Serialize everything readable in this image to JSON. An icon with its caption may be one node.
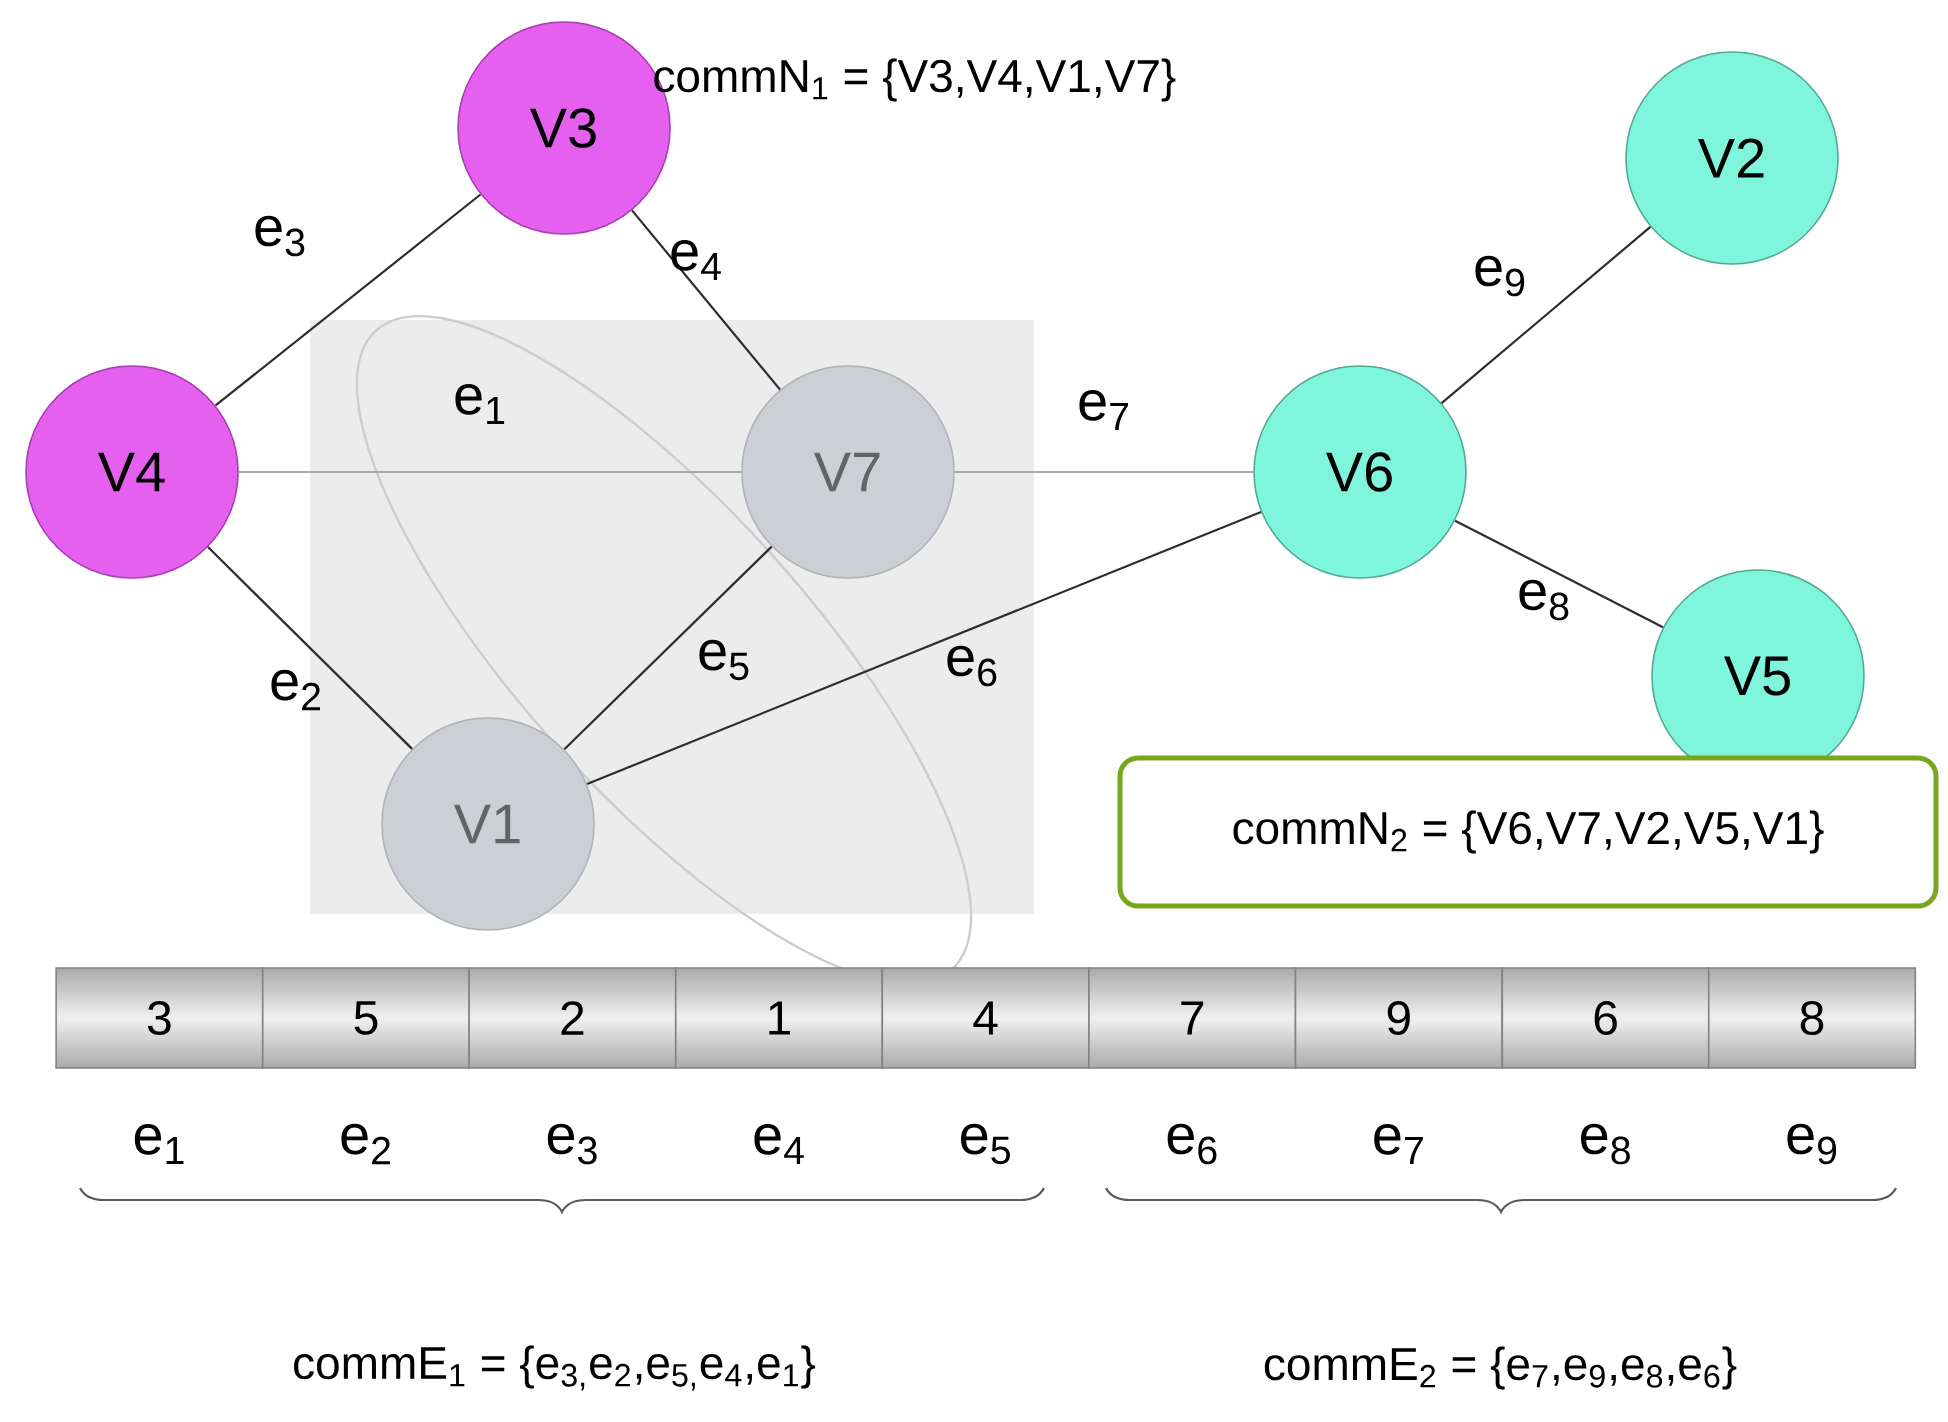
{
  "diagram": {
    "nodes": [
      {
        "text": [
          "V3"
        ]
      },
      {
        "text": [
          "V4"
        ]
      },
      {
        "text": [
          "V7"
        ]
      },
      {
        "text": [
          "V1"
        ]
      },
      {
        "text": [
          "V6"
        ]
      },
      {
        "text": [
          "V2"
        ]
      },
      {
        "text": [
          "V5"
        ]
      },
      {
        "text": [
          "commN$_{2}$ = {V6,V7,V2,V5,V1}"
        ]
      }
    ],
    "edges": [
      {
        "from": 1,
        "to": 2,
        "arrow": "none",
        "label": "e$_{1}$",
        "color": "#a8a8a8"
      },
      {
        "from": 1,
        "to": 3,
        "arrow": "none",
        "label": "e$_{2}$"
      },
      {
        "from": 1,
        "to": 0,
        "arrow": "none",
        "label": "e$_{3}$"
      },
      {
        "from": 0,
        "to": 2,
        "arrow": "none",
        "label": "e$_{4}$"
      },
      {
        "from": 2,
        "to": 3,
        "arrow": "none",
        "label": "e$_{5}$"
      },
      {
        "from": 3,
        "to": 4,
        "arrow": "none",
        "label": "e$_{6}$"
      },
      {
        "from": 2,
        "to": 4,
        "arrow": "none",
        "label": "e$_{7}$",
        "color": "#a8a8a8"
      },
      {
        "from": 4,
        "to": 6,
        "arrow": "none",
        "label": "e$_{8}$"
      },
      {
        "from": 4,
        "to": 5,
        "arrow": "none",
        "label": "e$_{9}$"
      }
    ],
    "labels": [
      "commN$_{1}$ = {V3,V4,V1,V7}",
      "3",
      "5",
      "2",
      "1",
      "4",
      "7",
      "9",
      "6",
      "8",
      "e$_{1}$",
      "e$_{2}$",
      "e$_{3}$",
      "e$_{4}$",
      "e$_{5}$",
      "e$_{6}$",
      "e$_{7}$",
      "e$_{8}$",
      "e$_{9}$",
      "commE$_{1}$ = {e$_{3,}$e$_{2}$,e$_{5,}$e$_{4}$,e$_{1}$}",
      "commE$_{2}$ = {e$_{7}$,e$_{9}$,e$_{8}$,e$_{6}$}"
    ]
  }
}
